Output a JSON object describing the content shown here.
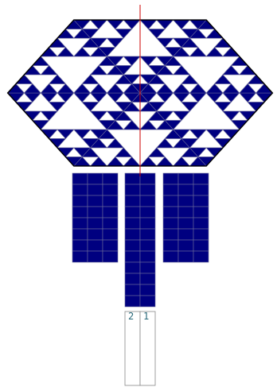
{
  "colors": {
    "fill": "#000080",
    "gridline": "#6a6a9a",
    "outline": "#000000",
    "axis": "#cc0000",
    "empty_cell_stroke": "#888888",
    "label_color": "#2a6a7a",
    "background": "#ffffff"
  },
  "pattern": {
    "name": "sierpinski-hexagon",
    "recursion_depth": 3,
    "sectors": 6
  },
  "columns": {
    "left_group": {
      "count": 3,
      "filled_rows": 8
    },
    "center_group": {
      "count": 2,
      "filled_rows": 12,
      "empty_rows": 2
    },
    "right_group": {
      "count": 3,
      "filled_rows": 8
    }
  },
  "labels": {
    "column_a": "2",
    "column_b": "1"
  }
}
